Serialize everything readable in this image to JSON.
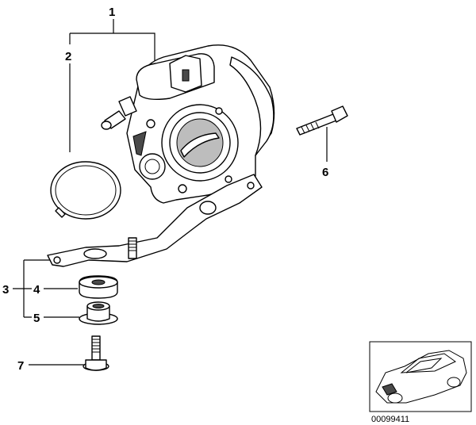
{
  "callouts": [
    {
      "id": "1",
      "label": "1"
    },
    {
      "id": "2",
      "label": "2"
    },
    {
      "id": "3",
      "label": "3"
    },
    {
      "id": "4",
      "label": "4"
    },
    {
      "id": "5",
      "label": "5"
    },
    {
      "id": "6",
      "label": "6"
    },
    {
      "id": "7",
      "label": "7"
    }
  ],
  "reference_number": "00099411",
  "colors": {
    "line": "#000000",
    "background": "#ffffff",
    "shade": "#bdbdbd"
  }
}
